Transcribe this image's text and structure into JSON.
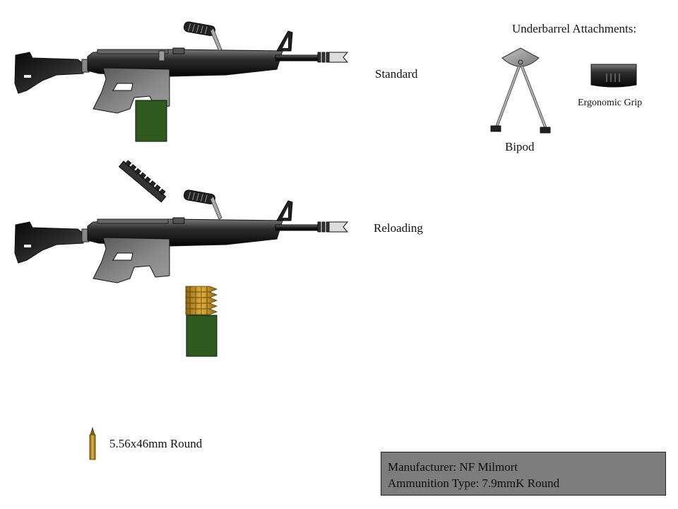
{
  "labels": {
    "standard": "Standard",
    "reloading": "Reloading",
    "attachments_title": "Underbarrel Attachments:",
    "bipod": "Bipod",
    "ergonomic_grip": "Ergonomic Grip",
    "round": "5.56x46mm Round"
  },
  "info": {
    "manufacturer": "Manufacturer: NF Milmort",
    "ammunition": "Ammunition Type: 7.9mmK Round"
  },
  "colors": {
    "magazine": "#2e5a1e",
    "brass": "#c8961e",
    "info_box": "#7d7d7d"
  }
}
